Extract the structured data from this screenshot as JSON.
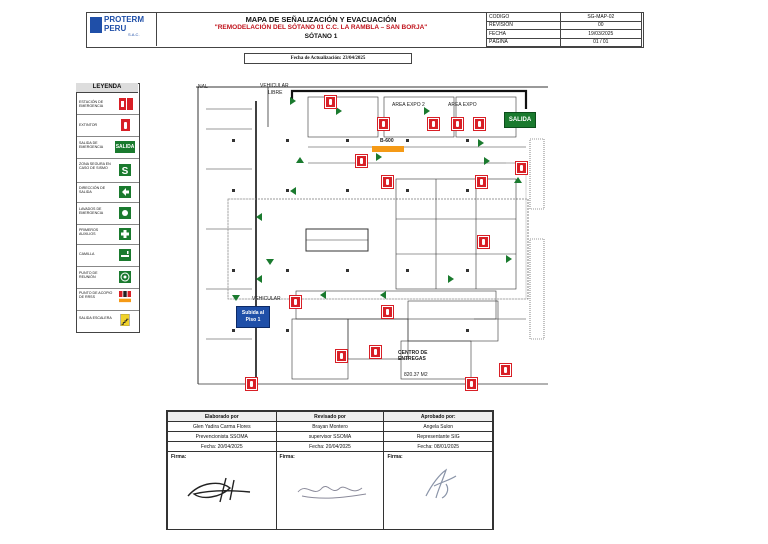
{
  "header": {
    "company_line1": "PROTERM",
    "company_line2": "PERU",
    "company_suffix": "S.A.C.",
    "title": "MAPA DE SEÑALIZACIÓN Y EVACUACIÓN",
    "subtitle": "\"REMODELACIÓN DEL SÓTANO 01 C.C. LA RAMBLA – SAN BORJA\"",
    "level": "SÓTANO 1"
  },
  "meta": [
    {
      "label": "CODIGO",
      "value": "SG-MAP-02"
    },
    {
      "label": "REVISIÓN",
      "value": "00"
    },
    {
      "label": "FECHA",
      "value": "19/03/2025"
    },
    {
      "label": "PÁGINA",
      "value": "01 / 01"
    }
  ],
  "update_banner": "Fecha de Actualización: 23/04/2025",
  "legend": {
    "title": "LEYENDA",
    "items": [
      {
        "label": "ESTACIÓN DE EMERGENCIA",
        "icon": "emergency-station-icon"
      },
      {
        "label": "EXTINTOR",
        "icon": "extinguisher-icon"
      },
      {
        "label": "SALIDA DE EMERGENCIA",
        "icon": "salida-icon",
        "sign_text": "SALIDA"
      },
      {
        "label": "ZONA SEGURA EN CASO DE SISMO",
        "icon": "safe-zone-icon"
      },
      {
        "label": "DIRECCIÓN DE SALIDA",
        "icon": "exit-direction-icon"
      },
      {
        "label": "LAVADOS DE EMERGENCIA",
        "icon": "eyewash-icon"
      },
      {
        "label": "PRIMEROS AUXILIOS",
        "icon": "first-aid-icon"
      },
      {
        "label": "CAMILLA",
        "icon": "stretcher-icon"
      },
      {
        "label": "PUNTO DE REUNIÓN",
        "icon": "meeting-point-icon"
      },
      {
        "label": "PUNTO DE ACOPIO DE RRSS",
        "icon": "waste-point-icon"
      },
      {
        "label": "SALIDA ESCALERA",
        "icon": "stair-exit-icon"
      }
    ]
  },
  "map": {
    "labels": {
      "nal": "NAL",
      "vehicular": "VEHICULAR",
      "libre": "LIBRE",
      "area_expo2": "AREA EXPO 2",
      "area_expo": "AREA EXPO",
      "exit_sign": "SALIDA",
      "b_code": "B-600",
      "stair_up": "Subida al Piso 1",
      "vehicular_bottom": "VEHICULAR",
      "centro": "CENTRO DE",
      "entregas": "ENTREGAS",
      "elev": "820.37 M2"
    }
  },
  "signatures": {
    "columns": [
      {
        "role": "Elaborado por",
        "name": "Glen Yadira Carma Flores",
        "position": "Prevencionista SSOMA",
        "date": "Fecha: 20/04/2025",
        "firma": "Firma:"
      },
      {
        "role": "Revisado por",
        "name": "Brayan Montero",
        "position": "supervisor SSOMA",
        "date": "Fecha: 20/04/2025",
        "firma": "Firma:"
      },
      {
        "role": "Aprobado por:",
        "name": "Angela Sulon",
        "position": "Representante SIG",
        "date": "Fecha: 08/01/2025",
        "firma": "Firma:"
      }
    ]
  },
  "colors": {
    "brand_blue": "#1f4fa8",
    "sign_red": "#d81f26",
    "exit_green": "#1a7a2e",
    "arrow_green": "#1a7a2e",
    "subtitle_red": "#c0121b"
  }
}
